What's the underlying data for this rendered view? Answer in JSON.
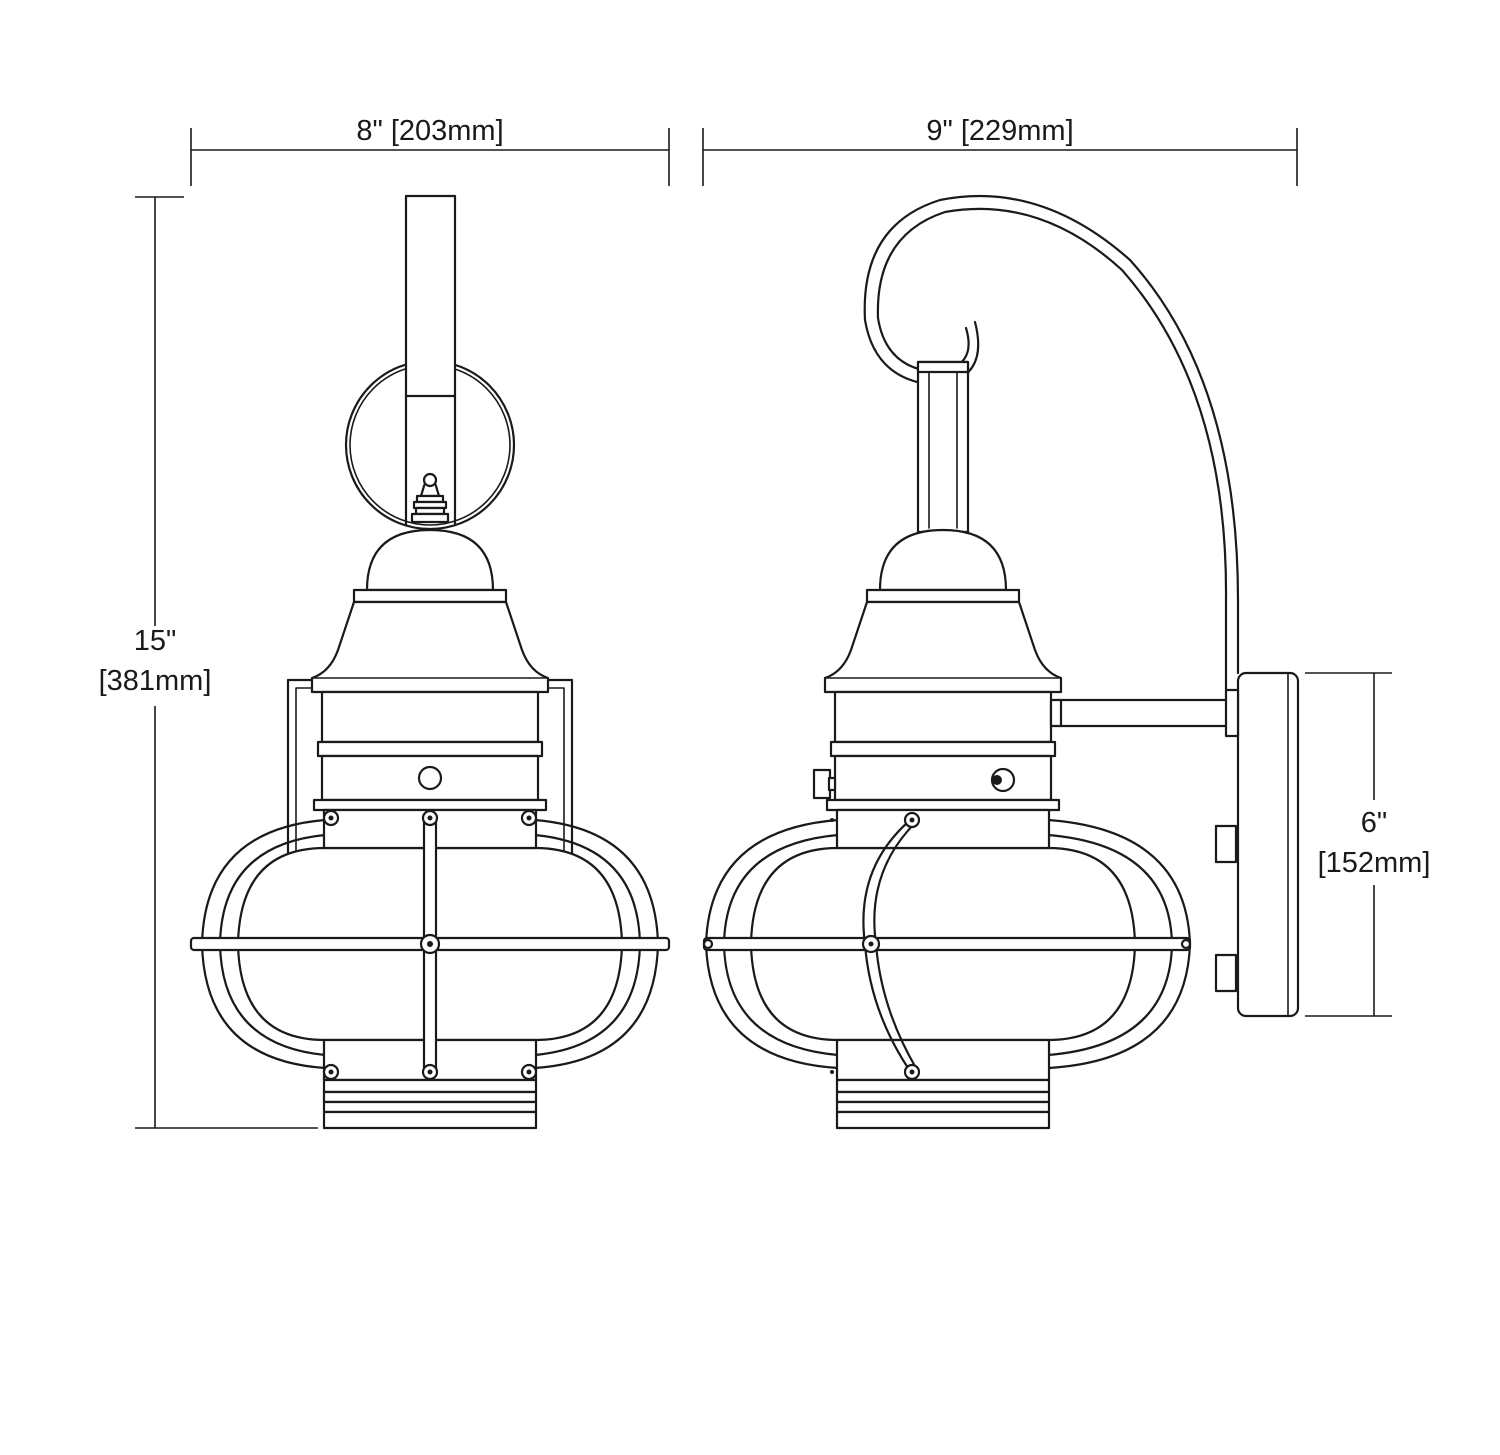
{
  "dimensions": {
    "front_width": "8\" [203mm]",
    "side_depth": "9\" [229mm]",
    "height_in": "15\"",
    "height_mm": "[381mm]",
    "backplate_in": "6\"",
    "backplate_mm": "[152mm]"
  },
  "colors": {
    "line": "#1a1a1a",
    "background": "#ffffff"
  }
}
